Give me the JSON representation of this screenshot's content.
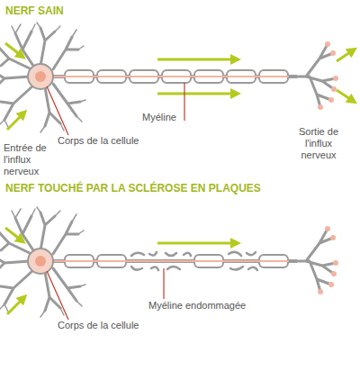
{
  "diagram": {
    "labels": [
      "NERF SAIN",
      "Myéline",
      "Entrée de l'influx nerveux",
      "Corps de la cellule",
      "Sortie de l'influx nerveux",
      "NERF TOUCHÉ PAR LA SCLÉROSE EN PLAQUES",
      "Corps de la cellule",
      "Myéline endommagée"
    ]
  }
}
